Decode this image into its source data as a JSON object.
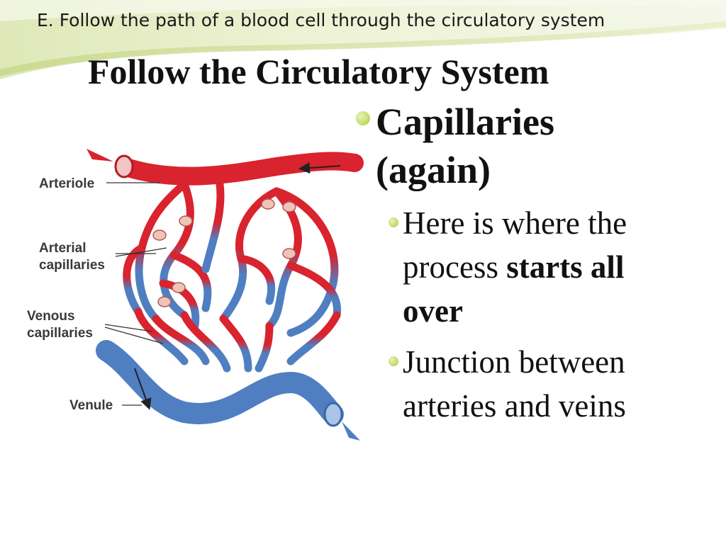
{
  "header": {
    "text": "E. Follow the path of a blood cell through the circulatory system"
  },
  "slide": {
    "title": "Follow the Circulatory System",
    "main_bullet": {
      "line1": "Capillaries",
      "line2": "(again)"
    },
    "sub_bullets": [
      {
        "pre": "Here is where the process ",
        "bold": "starts all over"
      },
      {
        "text": "Junction between arteries and veins"
      }
    ]
  },
  "diagram": {
    "labels": {
      "arteriole": "Arteriole",
      "arterial_1": "Arterial",
      "arterial_2": "capillaries",
      "venous_1": "Venous",
      "venous_2": "capillaries",
      "venule": "Venule"
    },
    "colors": {
      "artery": "#d9232e",
      "vein": "#4f7fc1",
      "bullet": "#c5dc6c"
    }
  }
}
